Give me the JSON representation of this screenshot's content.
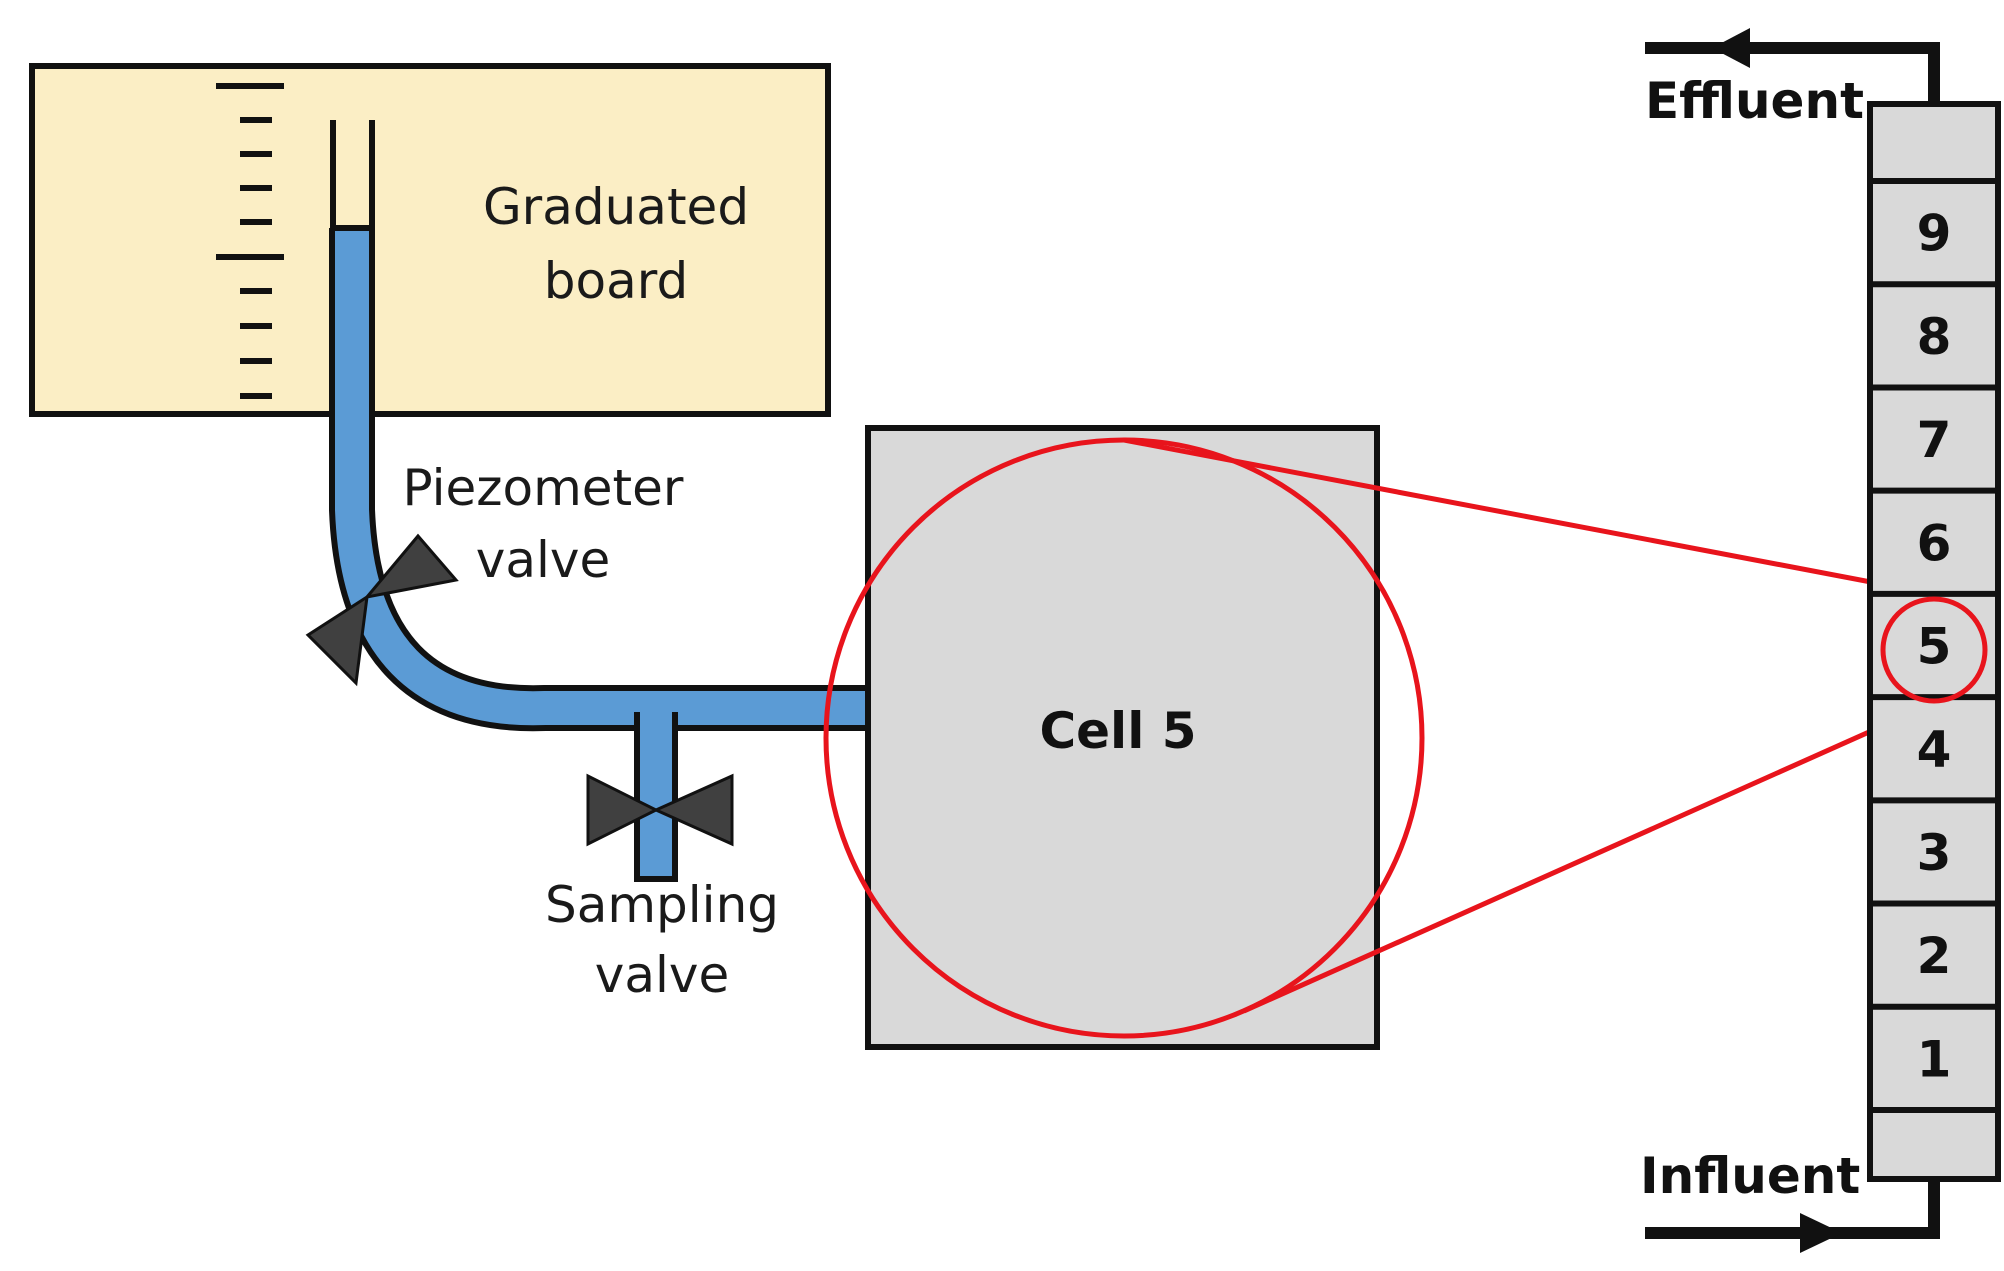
{
  "labels": {
    "graduated_board": [
      "Graduated",
      "board"
    ],
    "piezometer_valve": [
      "Piezometer",
      "valve"
    ],
    "sampling_valve": [
      "Sampling",
      "valve"
    ],
    "cell": "Cell 5",
    "effluent": "Effluent",
    "influent": "Influent"
  },
  "column": {
    "cells": [
      "9",
      "8",
      "7",
      "6",
      "5",
      "4",
      "3",
      "2",
      "1"
    ],
    "highlighted_cell": "5"
  },
  "colors": {
    "board_fill": "#fbeec5",
    "tube_fill": "#5b9bd5",
    "cell_fill": "#d9d9d9",
    "highlight": "#e8141c",
    "valve": "#404040",
    "outline": "#111111"
  }
}
